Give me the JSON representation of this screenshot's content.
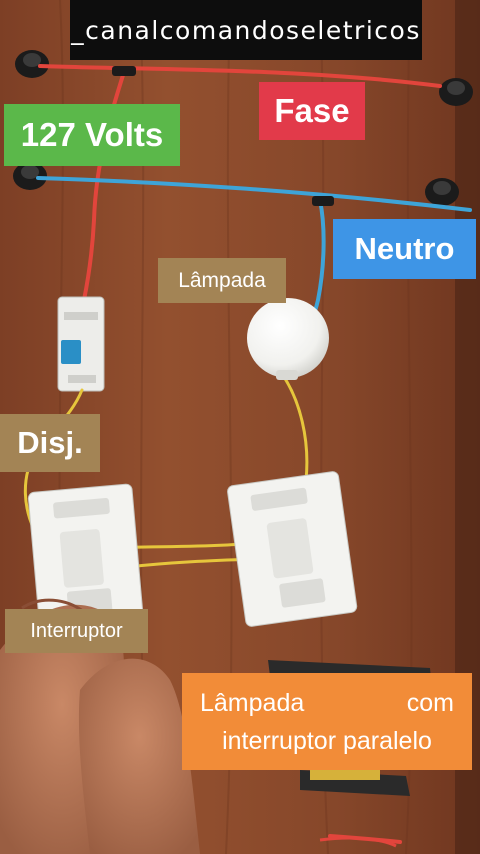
{
  "overlay_labels": {
    "channel": "_canalcomandoseletricos",
    "fase": "Fase",
    "volts": "127 Volts",
    "neutro": "Neutro",
    "lampada": "Lâmpada",
    "disjuntor": "Disj.",
    "interruptor": "Interruptor",
    "caption_word1": "Lâmpada",
    "caption_word2": "com",
    "caption_line2": "interruptor paralelo"
  },
  "colors": {
    "board_wood": "#8a4a2c",
    "wire_phase": "#e2453c",
    "wire_neutral": "#3ea4d8",
    "wire_return": "#e6c63c",
    "label_fase": "#e23a4a",
    "label_volts": "#5bb84a",
    "label_neutro": "#3e95e6",
    "label_tan": "#a38455",
    "label_caption": "#f28c38"
  }
}
